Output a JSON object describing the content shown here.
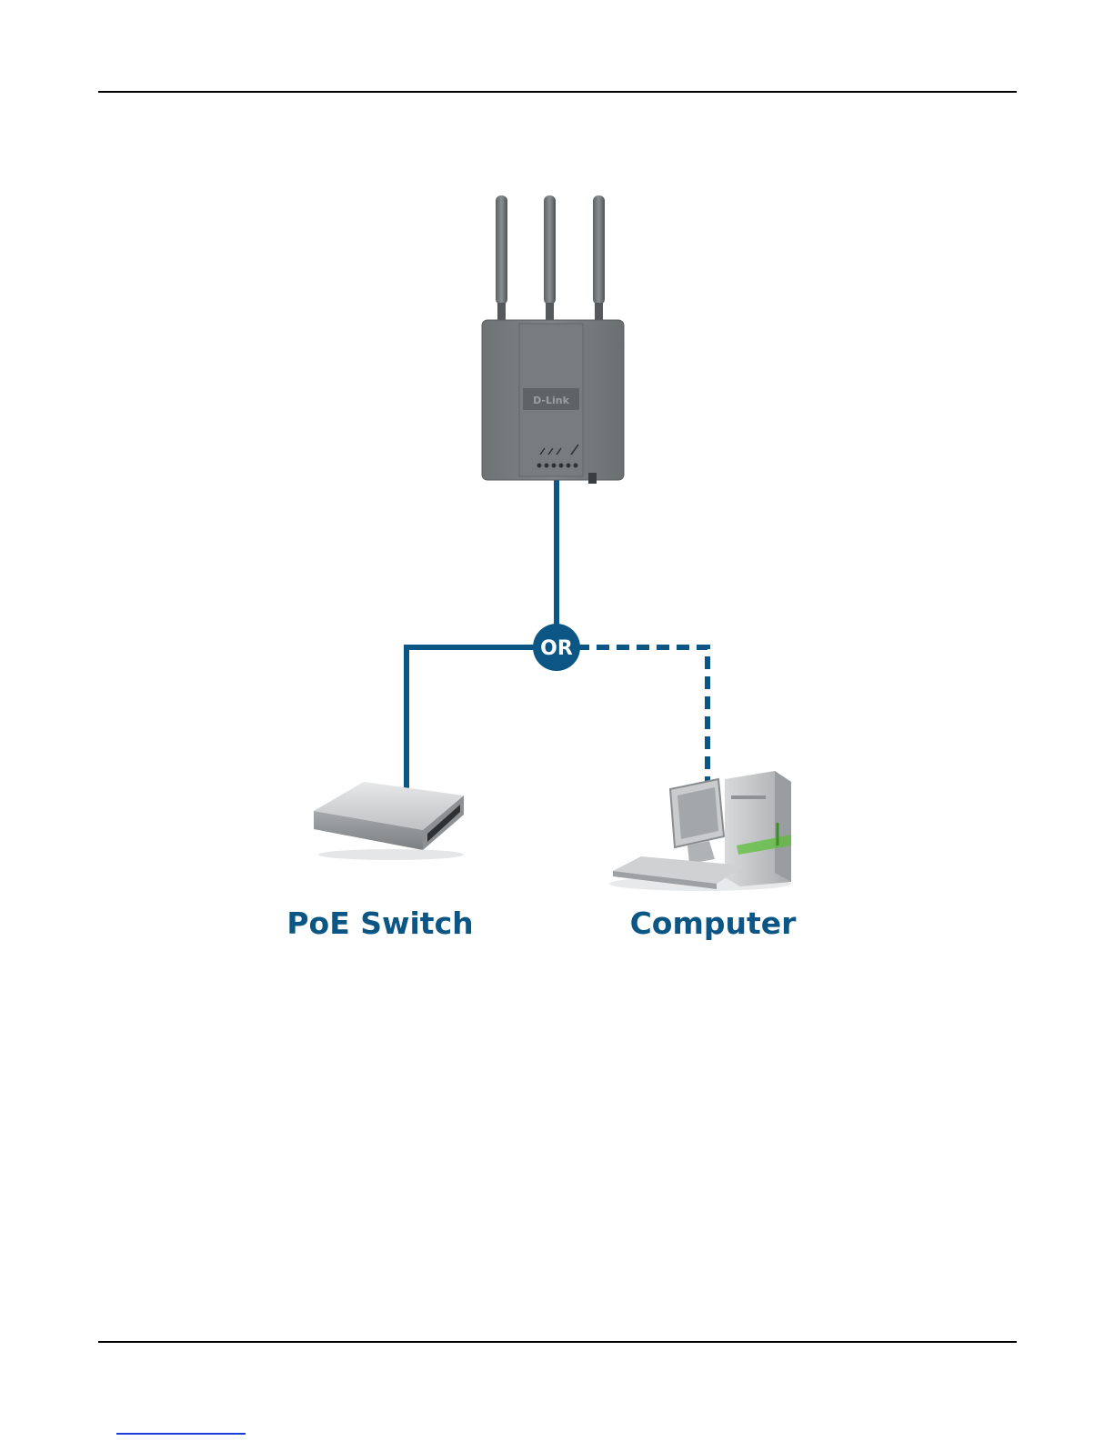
{
  "diagram": {
    "or_label": "OR",
    "nodes": {
      "access_point": {
        "logo_text": "D-Link"
      },
      "poe_switch": {
        "label": "PoE Switch"
      },
      "computer": {
        "label": "Computer"
      }
    },
    "connections": [
      {
        "from": "access_point",
        "to": "poe_switch",
        "style": "solid"
      },
      {
        "from": "access_point",
        "to": "computer",
        "style": "dashed"
      }
    ],
    "colors": {
      "cable": "#0b5684",
      "label": "#0b5684",
      "device_gray": "#6b6f70",
      "accent_green": "#4caf2a"
    }
  }
}
